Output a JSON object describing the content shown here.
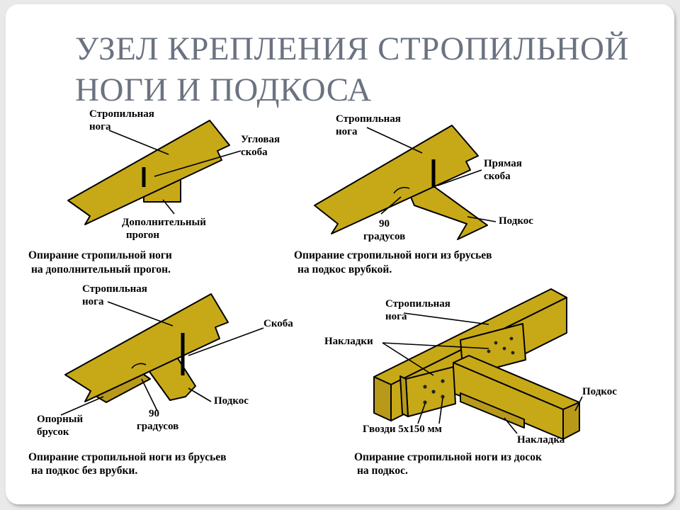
{
  "slide": {
    "title": "УЗЕЛ КРЕПЛЕНИЯ СТРОПИЛЬНОЙ НОГИ И ПОДКОСА"
  },
  "panels": [
    {
      "labels": {
        "rafter_line1": "Стропильная",
        "rafter_line2": "нога",
        "bracket_line1": "Угловая",
        "bracket_line2": "скоба",
        "purlin_line1": "Дополнительный",
        "purlin_line2": "прогон"
      },
      "caption_line1": "Опирание стропильной ноги",
      "caption_line2": "на дополнительный прогон."
    },
    {
      "labels": {
        "rafter_line1": "Стропильная",
        "rafter_line2": "нога",
        "bracket_line1": "Прямая",
        "bracket_line2": "скоба",
        "angle_line1": "90",
        "angle_line2": "градусов",
        "strut": "Подкос"
      },
      "caption_line1": "Опирание стропильной ноги из брусьев",
      "caption_line2": "на подкос  врубкой."
    },
    {
      "labels": {
        "rafter_line1": "Стропильная",
        "rafter_line2": "нога",
        "bracket": "Скоба",
        "strut": "Подкос",
        "support_line1": "Опорный",
        "support_line2": "брусок",
        "angle_line1": "90",
        "angle_line2": "градусов"
      },
      "caption_line1": "Опирание стропильной ноги из брусьев",
      "caption_line2": "на подкос  без врубки."
    },
    {
      "labels": {
        "rafter_line1": "Стропильная",
        "rafter_line2": "нога",
        "plates": "Накладки",
        "strut": "Подкос",
        "nails": "Гвозди 5х150 мм",
        "plate": "Накладка"
      },
      "caption_line1": "Опирание стропильной ноги из досок",
      "caption_line2": "на подкос."
    }
  ],
  "colors": {
    "wood": "#c7a917",
    "wood_shade": "#b8991a",
    "title": "#6b7381"
  }
}
